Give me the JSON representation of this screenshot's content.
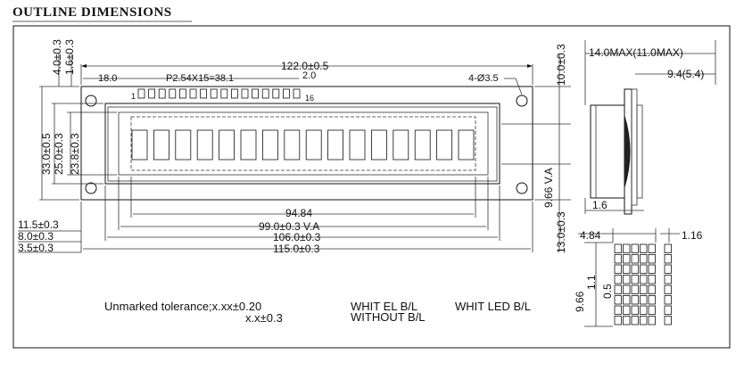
{
  "title": "OUTLINE  DIMENSIONS",
  "dims": {
    "pcb_width": "122.0±0.5",
    "pin_offset": "18.0",
    "pin_pitch": "P2.54X15=38.1",
    "pin_row_offset": "2.0",
    "holes": "4-Ø3.5",
    "pin_1": "1",
    "pin_16": "16",
    "height_total": "33.0±0.5",
    "bezel_height": "25.0±0.3",
    "va_height_left": "23.8±0.3",
    "top_offset_1": "4.0±0.3",
    "top_offset_2": "1.6±0.3",
    "right_top": "10.0±0.3",
    "va_height_right": "9.66 V.A",
    "right_bottom": "13.0±0.3",
    "left_a": "11.5±0.3",
    "left_b": "8.0±0.3",
    "left_c": "3.5±0.3",
    "aa_width": "94.84",
    "va_width": "99.0±0.3  V.A",
    "bezel_width": "106.0±0.3",
    "outline_width": "115.0±0.3",
    "side_max_1": "14.0MAX(11.0MAX)",
    "side_max_2": "9.4(5.4)",
    "side_bottom": "1.6",
    "char_width": "4.84",
    "dot_spacing": "1.16",
    "char_height": "9.66",
    "dot_height_1": "1.1",
    "dot_height_2": "0.5"
  },
  "notes": {
    "tolerance_1": "Unmarked tolerance;x.xx±0.20",
    "tolerance_2": "x.x±0.3",
    "backlight_1": "WHIT EL B/L",
    "backlight_2": "WITHOUT B/L",
    "backlight_3": "WHIT LED B/L"
  },
  "display": {
    "columns": 16,
    "rows": 1,
    "pins": 16,
    "dot_cols": 5,
    "dot_rows": 8
  }
}
